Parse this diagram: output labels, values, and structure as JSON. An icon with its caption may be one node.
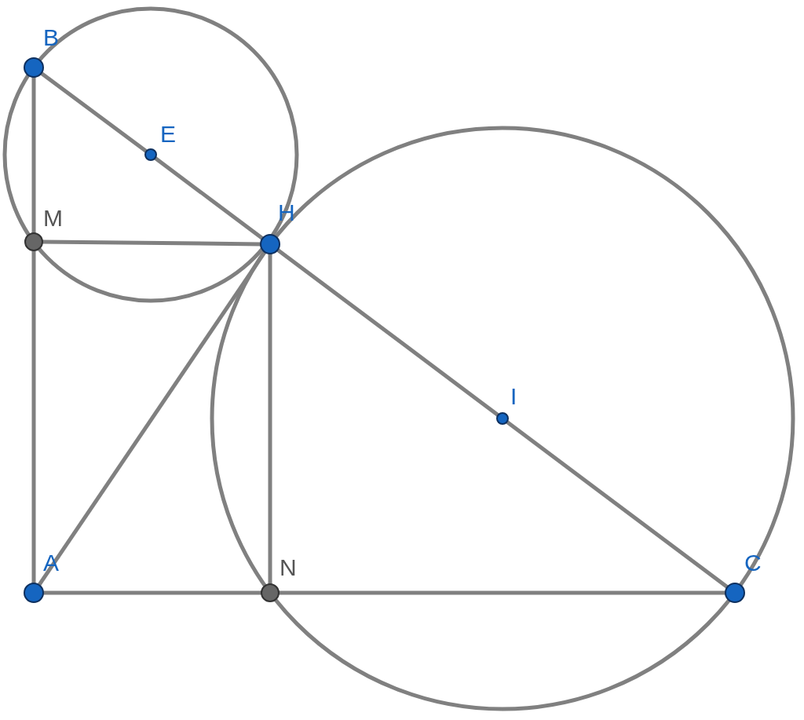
{
  "diagram": {
    "nodes": [
      {
        "text": [
          "B"
        ]
      },
      {
        "text": [
          "E"
        ]
      },
      {
        "text": [
          "M"
        ]
      },
      {
        "text": [
          "H"
        ]
      },
      {
        "text": [
          "I"
        ]
      },
      {
        "text": [
          "A"
        ]
      },
      {
        "text": [
          "N"
        ]
      },
      {
        "text": [
          "C"
        ]
      }
    ],
    "edges": [
      {
        "from": 0,
        "to": 1,
        "arrow": "none"
      },
      {
        "from": 1,
        "to": 3,
        "arrow": "none"
      },
      {
        "from": 3,
        "to": 4,
        "arrow": "none"
      },
      {
        "from": 4,
        "to": 7,
        "arrow": "none"
      },
      {
        "from": 0,
        "to": 2,
        "arrow": "none"
      },
      {
        "from": 2,
        "to": 5,
        "arrow": "none"
      },
      {
        "from": 2,
        "to": 3,
        "arrow": "none"
      },
      {
        "from": 3,
        "to": 5,
        "arrow": "none"
      },
      {
        "from": 3,
        "to": 6,
        "arrow": "none"
      },
      {
        "from": 5,
        "to": 6,
        "arrow": "none"
      },
      {
        "from": 6,
        "to": 7,
        "arrow": "none"
      }
    ]
  }
}
